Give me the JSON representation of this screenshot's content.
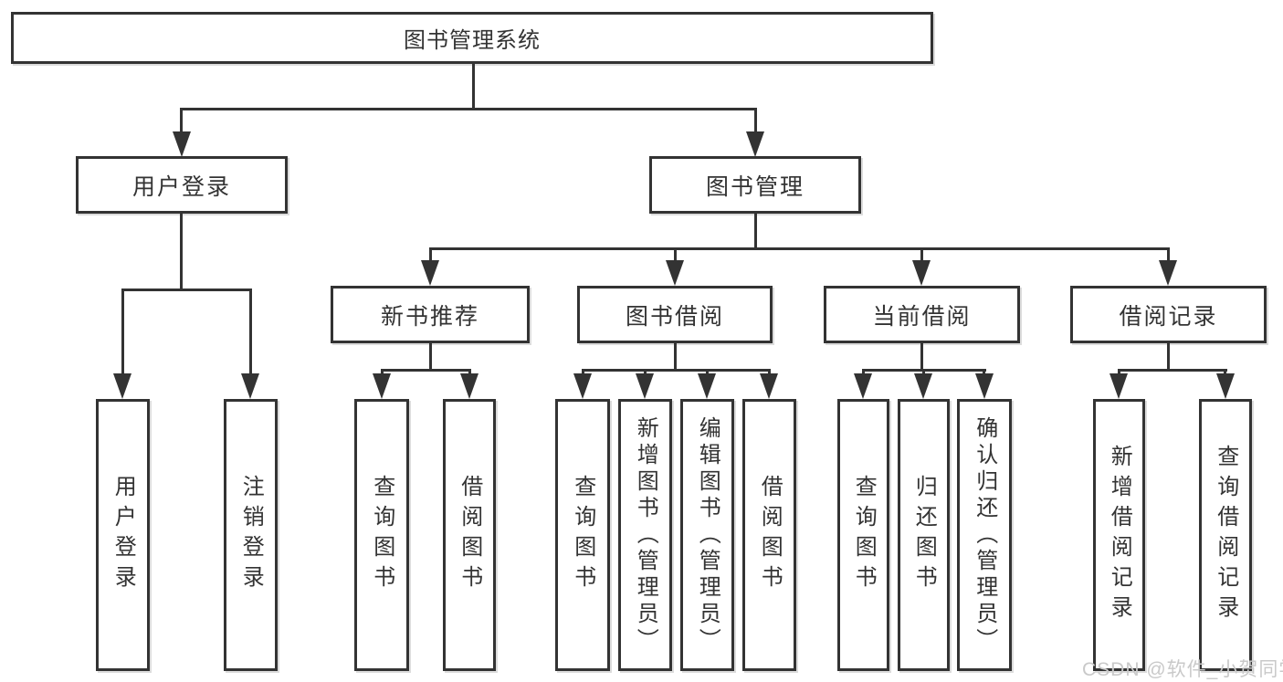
{
  "diagram": {
    "title": "图书管理系统",
    "colors": {
      "line": "#333333",
      "text": "#333333",
      "box_background": "#ffffff",
      "watermark": "#c9c9c9"
    },
    "watermark": "CSDN @软件_小贺同学"
  },
  "nodes": {
    "root": "图书管理系统",
    "user_login": "用户登录",
    "book_mgmt": "图书管理",
    "new_book": "新书推荐",
    "book_borrow": "图书借阅",
    "current_borrow": "当前借阅",
    "borrow_record": "借阅记录",
    "ul_user_login": "用户登录",
    "ul_logout": "注销登录",
    "nb_query_book": "查询图书",
    "nb_borrow_book": "借阅图书",
    "bb_query_book": "查询图书",
    "bb_add_book": "新增图书（管理员）",
    "bb_edit_book": "编辑图书（管理员）",
    "bb_borrow_book": "借阅图书",
    "cb_query_book": "查询图书",
    "cb_return_book": "归还图书",
    "cb_confirm_return": "确认归还（管理员）",
    "br_add_record": "新增借阅记录",
    "br_query_record": "查询借阅记录"
  },
  "tree": {
    "label": "图书管理系统",
    "children": [
      {
        "label": "用户登录",
        "children": [
          {
            "label": "用户登录"
          },
          {
            "label": "注销登录"
          }
        ]
      },
      {
        "label": "图书管理",
        "children": [
          {
            "label": "新书推荐",
            "children": [
              {
                "label": "查询图书"
              },
              {
                "label": "借阅图书"
              }
            ]
          },
          {
            "label": "图书借阅",
            "children": [
              {
                "label": "查询图书"
              },
              {
                "label": "新增图书（管理员）"
              },
              {
                "label": "编辑图书（管理员）"
              },
              {
                "label": "借阅图书"
              }
            ]
          },
          {
            "label": "当前借阅",
            "children": [
              {
                "label": "查询图书"
              },
              {
                "label": "归还图书"
              },
              {
                "label": "确认归还（管理员）"
              }
            ]
          },
          {
            "label": "借阅记录",
            "children": [
              {
                "label": "新增借阅记录"
              },
              {
                "label": "查询借阅记录"
              }
            ]
          }
        ]
      }
    ]
  }
}
